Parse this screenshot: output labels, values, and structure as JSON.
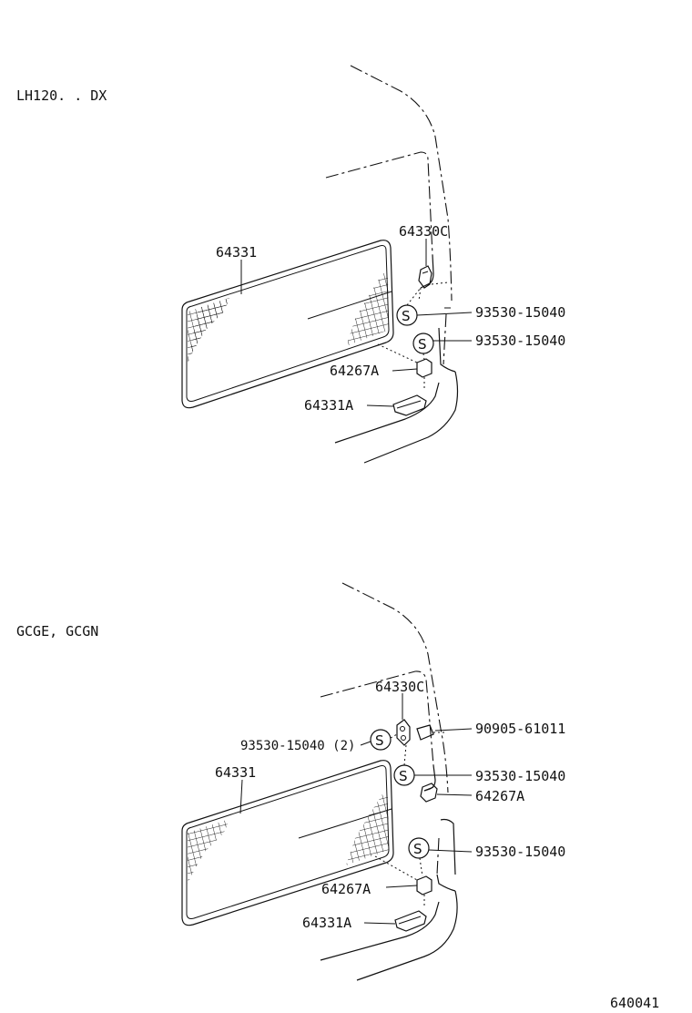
{
  "page_id": "640041",
  "sections": [
    {
      "variant": "LH120. . DX",
      "labels": {
        "glass": "64331",
        "hinge": "64330C",
        "screw_a": "93530-15040",
        "screw_b": "93530-15040",
        "catch": "64267A",
        "pad": "64331A"
      },
      "screw_symbol": "S"
    },
    {
      "variant": "GCGE, GCGN",
      "labels": {
        "hinge": "64330C",
        "screw_double": "93530-15040 (2)",
        "clip": "90905-61011",
        "glass": "64331",
        "screw_a": "93530-15040",
        "catch_upper": "64267A",
        "screw_b": "93530-15040",
        "catch_lower": "64267A",
        "pad": "64331A"
      },
      "screw_symbol": "S"
    }
  ]
}
